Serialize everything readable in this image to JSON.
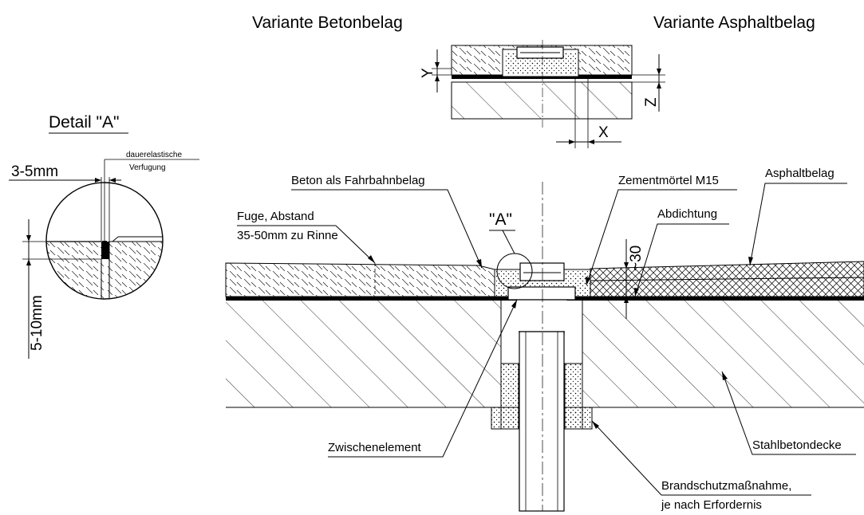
{
  "titles": {
    "variant_concrete": "Variante Betonbelag",
    "variant_asphalt": "Variante Asphaltbelag",
    "detail": "Detail \"A\""
  },
  "detail": {
    "gap_dim": "3-5mm",
    "depth_dim": "5-10mm",
    "note_line1": "dauerelastische",
    "note_line2": "Verfugung"
  },
  "small_section": {
    "dim_y": "Y",
    "dim_z": "Z",
    "dim_x": "X"
  },
  "labels": {
    "concrete_surface": "Beton als Fahrbahnbelag",
    "mortar": "Zementmörtel M15",
    "asphalt": "Asphaltbelag",
    "joint_line1": "Fuge, Abstand",
    "joint_line2": "35-50mm zu Rinne",
    "detail_ref": "\"A\"",
    "sealing": "Abdichtung",
    "thickness": "~30",
    "intermediate": "Zwischenelement",
    "slab": "Stahlbetondecke",
    "fire_line1": "Brandschutzmaßnahme,",
    "fire_line2": "je nach Erfordernis"
  }
}
